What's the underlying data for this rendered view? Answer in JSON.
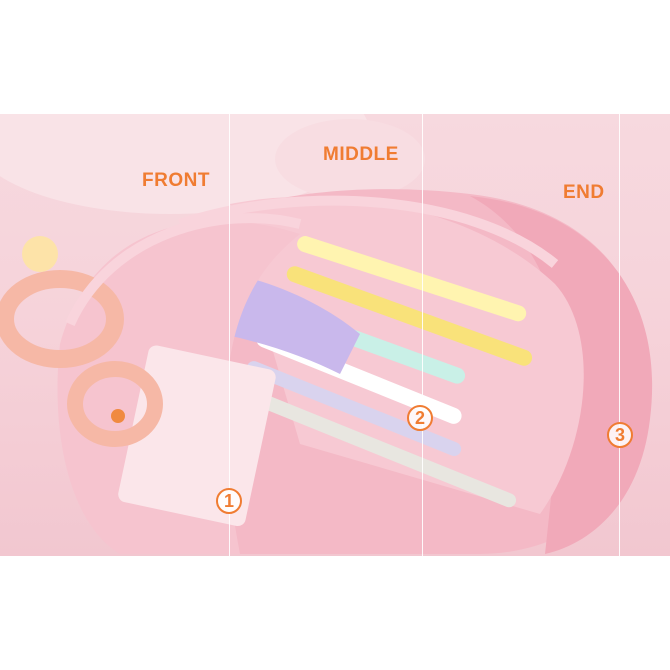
{
  "labels": {
    "front": "FRONT",
    "middle": "MIDDLE",
    "end": "END"
  },
  "badges": {
    "one": "1",
    "two": "2",
    "three": "3"
  },
  "colors": {
    "label": "#f07c32",
    "pouch": "#f4b9c6",
    "background": "#f6d3da"
  }
}
